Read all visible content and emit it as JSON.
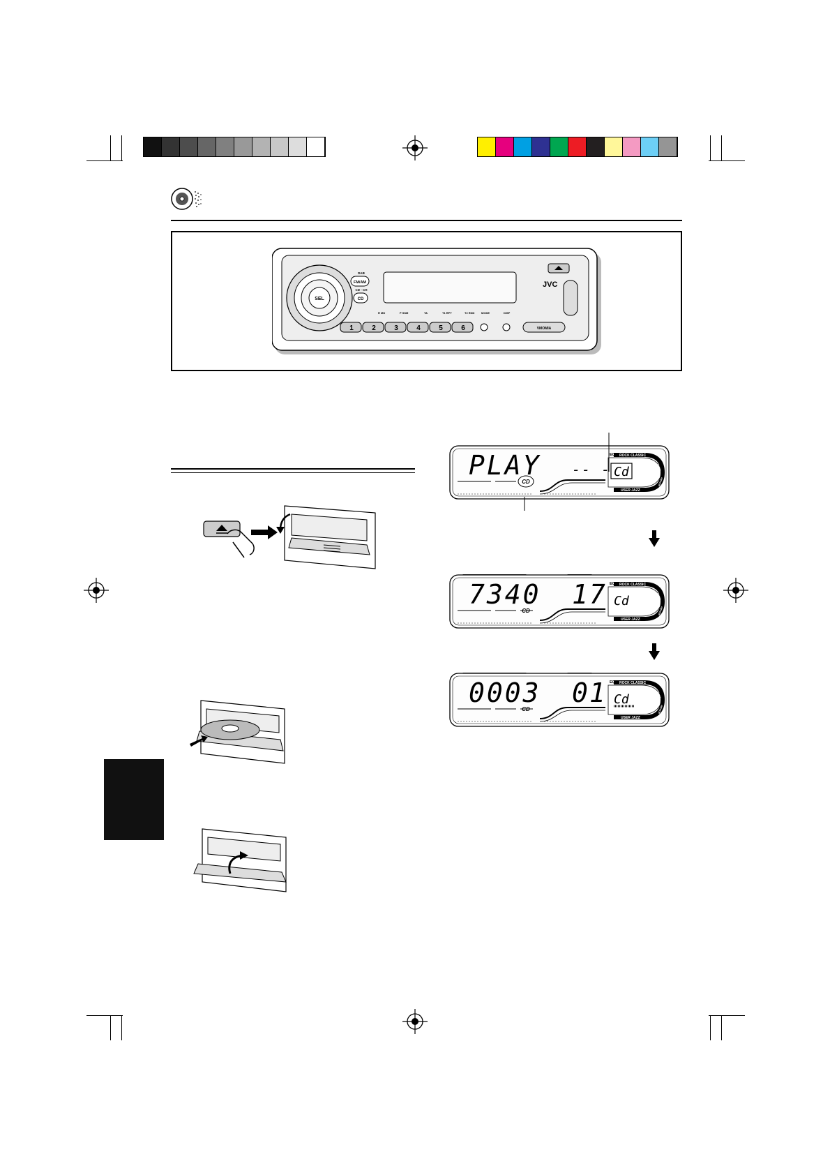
{
  "registration_bar": {
    "gray_swatches": [
      "#111111",
      "#333333",
      "#4d4d4d",
      "#666666",
      "#808080",
      "#999999",
      "#b3b3b3",
      "#c8c8c8",
      "#dddddd",
      "#ffffff"
    ],
    "color_swatches": [
      "#ffef00",
      "#e6007e",
      "#00a0e3",
      "#2e3192",
      "#00a650",
      "#ed1c24",
      "#231f20",
      "#fff79a",
      "#f49ac2",
      "#6dcff6",
      "#959595"
    ]
  },
  "header": {
    "icon": "cd-disc-icon"
  },
  "car_stereo": {
    "brand": "JVC",
    "buttons": {
      "fm_am": "FM/AM",
      "cd": "CD",
      "sel": "SEL",
      "dab": "DAB",
      "cd_ch": "CD - CH",
      "mode": "MODE",
      "disp": "DISP",
      "presets": [
        "1",
        "2",
        "3",
        "4",
        "5",
        "6"
      ],
      "preset_functions": [
        "R MD",
        "P SSM",
        "TA",
        "T1 RPT",
        "T2 RND"
      ],
      "bottom_label": "VMOMIA"
    }
  },
  "displays": [
    {
      "main_text": "PLAY",
      "aux_text": "-- --",
      "source_text": "Cd",
      "cd_indicator": "CD",
      "eq_label": "EQ",
      "eq_top": "ROCK CLASSIC",
      "eq_bottom": "USER JAZZ",
      "eq_right_top": "POPS",
      "eq_right_bottom": "HIPHOP"
    },
    {
      "main_text": "7340",
      "aux_text": "17",
      "source_text": "Cd",
      "cd_indicator": "CD",
      "eq_label": "EQ",
      "eq_top": "ROCK CLASSIC",
      "eq_bottom": "USER JAZZ",
      "eq_right_top": "POPS",
      "eq_right_bottom": "HIPHOP"
    },
    {
      "main_text": "0003",
      "aux_text": "01",
      "source_text": "Cd",
      "cd_indicator": "CD",
      "eq_label": "EQ",
      "eq_top": "ROCK CLASSIC",
      "eq_bottom": "USER JAZZ",
      "eq_right_top": "POPS",
      "eq_right_bottom": "HIPHOP"
    }
  ],
  "icons": {
    "eject": "eject-icon",
    "arrow_down": "arrow-down-icon",
    "arrow_right": "arrow-right-icon",
    "registration_target": "registration-target-icon"
  }
}
